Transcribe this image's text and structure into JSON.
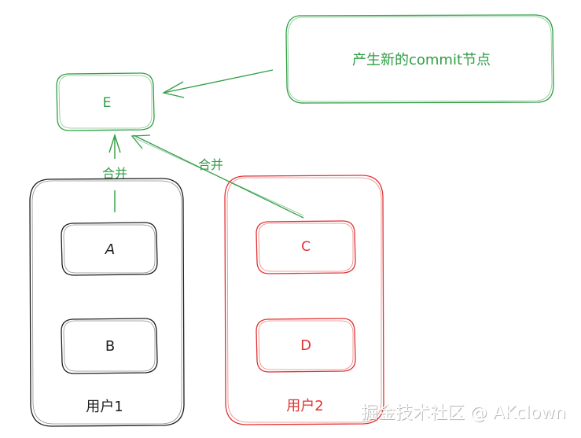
{
  "nodes": {
    "e": {
      "label": "E"
    },
    "a": {
      "label": "A"
    },
    "b": {
      "label": "B"
    },
    "c": {
      "label": "C"
    },
    "d": {
      "label": "D"
    }
  },
  "groups": {
    "user1": {
      "label": "用户1"
    },
    "user2": {
      "label": "用户2"
    }
  },
  "note": {
    "label": "产生新的commit节点"
  },
  "edges": {
    "merge_left": {
      "label": "合并"
    },
    "merge_right": {
      "label": "合并"
    }
  },
  "watermark": {
    "label": "掘金技术社区 @ AKclown"
  },
  "colors": {
    "green": "#2f9e44",
    "red": "#e03131",
    "black": "#1e1e1e",
    "watermark": "#ffffff"
  }
}
